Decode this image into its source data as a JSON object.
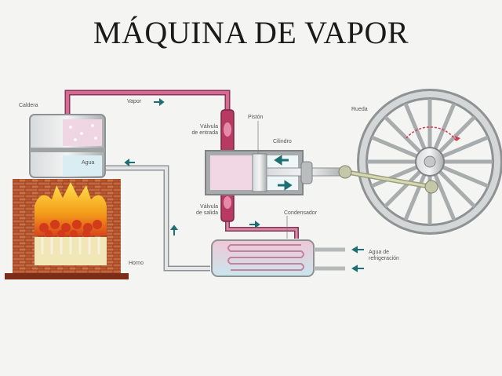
{
  "title": "MÁQUINA DE VAPOR",
  "labels": {
    "caldera": "Caldera",
    "vapor": "Vapor",
    "agua": "Agua",
    "horno": "Horno",
    "valvula_entrada_1": "Válvula",
    "valvula_entrada_2": "de entrada",
    "piston": "Pistón",
    "cilindro": "Cilindro",
    "valvula_salida_1": "Válvula",
    "valvula_salida_2": "de salida",
    "condensador": "Condensador",
    "agua_refrigeracion_1": "Agua de",
    "agua_refrigeracion_2": "refrigeración",
    "rueda": "Rueda"
  },
  "colors": {
    "background": "#f4f4f3",
    "steam_pipe": "#c5577f",
    "water_pipe": "#c9cccd",
    "brick": "#a84a2a",
    "fire": "#f2a21e",
    "arrow": "#1d6f73",
    "metal": "#b8bcbd"
  }
}
